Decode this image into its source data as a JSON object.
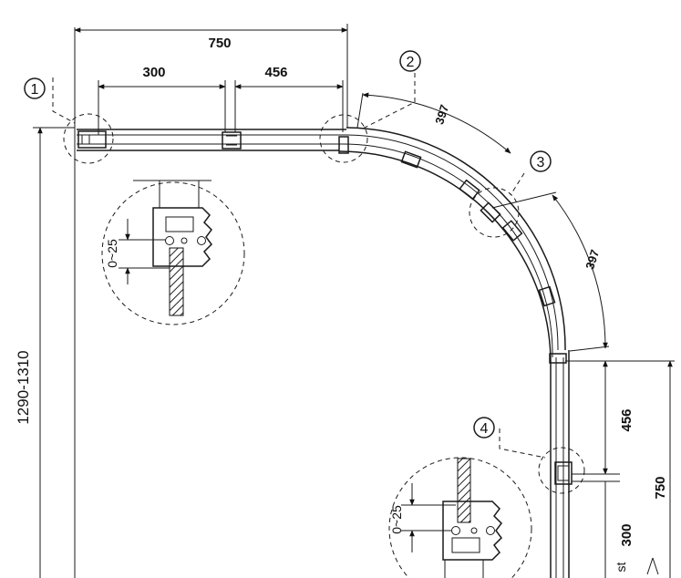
{
  "callouts": [
    "1",
    "2",
    "3",
    "4"
  ],
  "dimensions": {
    "top_total": "750",
    "top_left_segment": "300",
    "top_right_segment": "456",
    "arc_upper": "397",
    "arc_lower": "397",
    "right_segment": "456",
    "right_total": "750",
    "right_bottom_segment": "300",
    "left_height": "1290-1310"
  },
  "detail_labels": {
    "upper_gap": "0~25",
    "lower_gap": "0~25"
  },
  "edge_text": "st"
}
